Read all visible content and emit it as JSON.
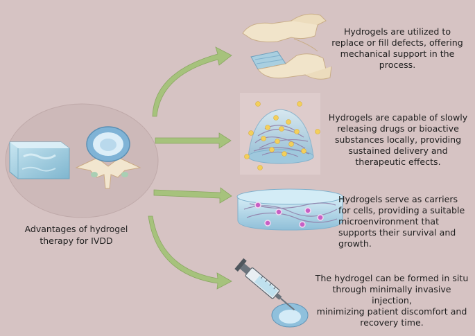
{
  "main": {
    "caption": "Advantages of hydrogel\ntherapy for IVDD"
  },
  "items": [
    {
      "text": "Hydrogels are utilized to\nreplace or fill defects, offering\nmechanical support in the\nprocess."
    },
    {
      "text": "Hydrogels are capable of slowly\nreleasing drugs or bioactive\nsubstances locally, providing\nsustained delivery and\ntherapeutic effects."
    },
    {
      "text": "Hydrogels serve as carriers\nfor cells, providing a suitable\nmicroenvironment that\nsupports their survival and\ngrowth."
    },
    {
      "text": "The hydrogel can be formed in situ\nthrough minimally invasive injection,\nminimizing patient discomfort and\nrecovery time."
    }
  ],
  "colors": {
    "background": "#d6c3c3",
    "ellipse": "#cdb8b8",
    "arrow": "#a6c27c",
    "hydrogel": "#a9cfe0",
    "fibers": "#8f7aa6",
    "drug_particles": "#f3cf5b",
    "cells": "#c75fc4"
  }
}
